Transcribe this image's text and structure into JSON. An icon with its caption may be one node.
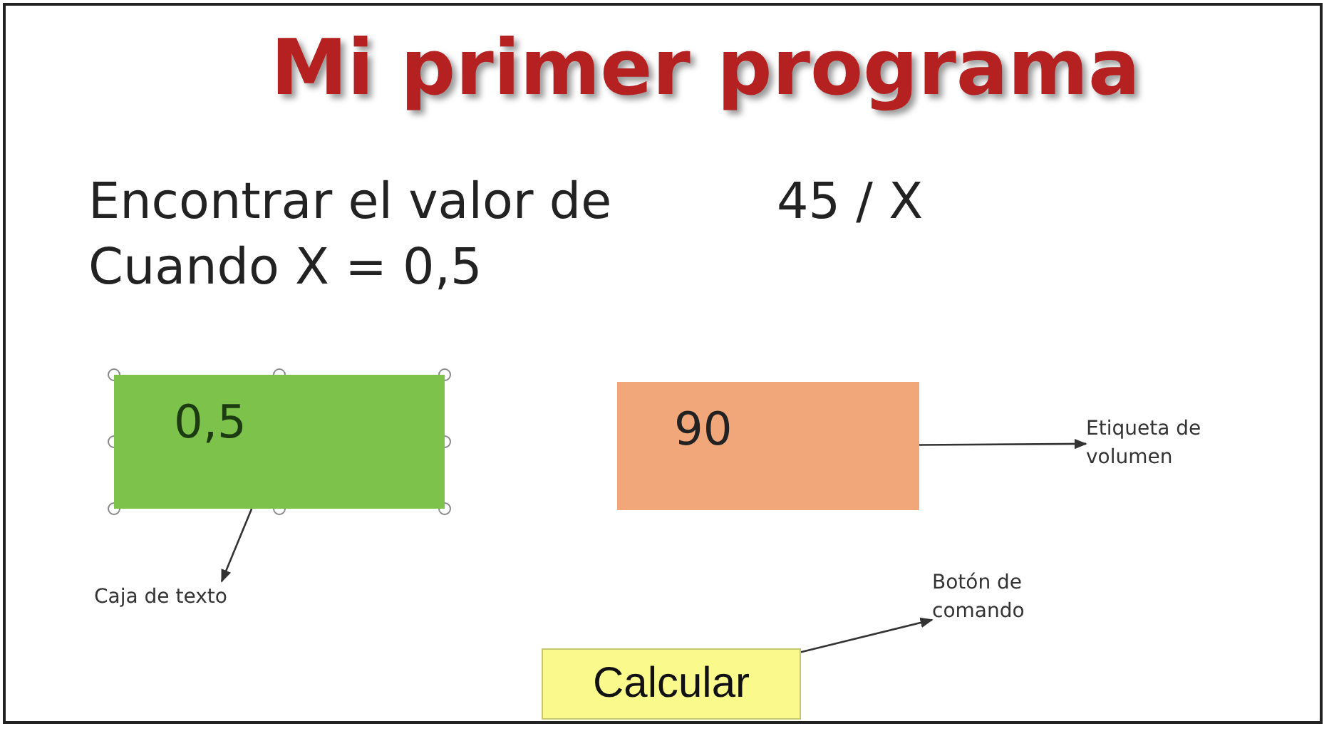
{
  "diagram": {
    "title": "Mi primer programa",
    "nodes": [
      {
        "text": [
          "0,5"
        ]
      },
      {
        "text": [
          "90"
        ]
      },
      {
        "text": [
          "Etiqueta de volumen"
        ]
      },
      {
        "text": [
          "Caja de texto"
        ]
      },
      {
        "text": [
          "Calcular"
        ]
      },
      {
        "text": [
          "Botón de comando"
        ]
      }
    ],
    "edges": [
      {
        "from": 1,
        "to": 2,
        "arrow": "to"
      },
      {
        "from": 0,
        "to": 3,
        "arrow": "to"
      },
      {
        "from": 4,
        "to": 5,
        "arrow": "to"
      }
    ],
    "labels": [
      "Encontrar el valor de",
      "45 / X",
      "Cuando X = 0,5"
    ]
  }
}
